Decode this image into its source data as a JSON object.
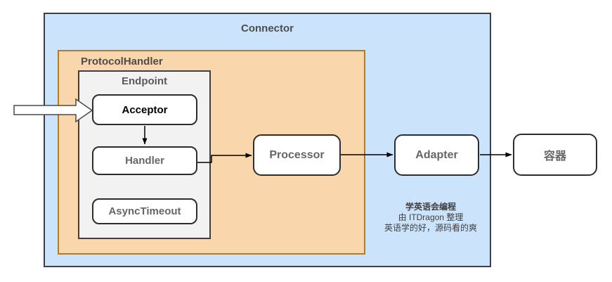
{
  "diagram": {
    "connector": {
      "label": "Connector"
    },
    "protocol_handler": {
      "label": "ProtocolHandler"
    },
    "endpoint": {
      "label": "Endpoint"
    },
    "nodes": {
      "acceptor": {
        "label": "Acceptor"
      },
      "handler": {
        "label": "Handler"
      },
      "async": {
        "label": "AsyncTimeout"
      },
      "processor": {
        "label": "Processor"
      },
      "adapter": {
        "label": "Adapter"
      },
      "container": {
        "label": "容器"
      }
    },
    "edges": [
      {
        "from": "input",
        "to": "acceptor",
        "style": "block-arrow"
      },
      {
        "from": "acceptor",
        "to": "handler"
      },
      {
        "from": "handler",
        "to": "processor"
      },
      {
        "from": "processor",
        "to": "adapter"
      },
      {
        "from": "adapter",
        "to": "container"
      }
    ],
    "watermark": {
      "line1": "学英语会编程",
      "line2": "由 ITDragon 整理",
      "line3": "英语学的好，源码看的爽"
    },
    "colors": {
      "connector_fill": "#cce4fb",
      "protocol_fill": "#f9d6ab",
      "protocol_stroke": "#b97b20",
      "endpoint_fill": "#f2f2f2",
      "dark_stroke": "#3a4046",
      "node_fill": "#ffffff",
      "node_stroke": "#2d2d2d",
      "node_text": "#666666",
      "accent_text": "#000000",
      "group_label": "#4d4d4d",
      "endpoint_label": "#5a5a5a",
      "watermark_text": "#3f3f3f"
    }
  }
}
